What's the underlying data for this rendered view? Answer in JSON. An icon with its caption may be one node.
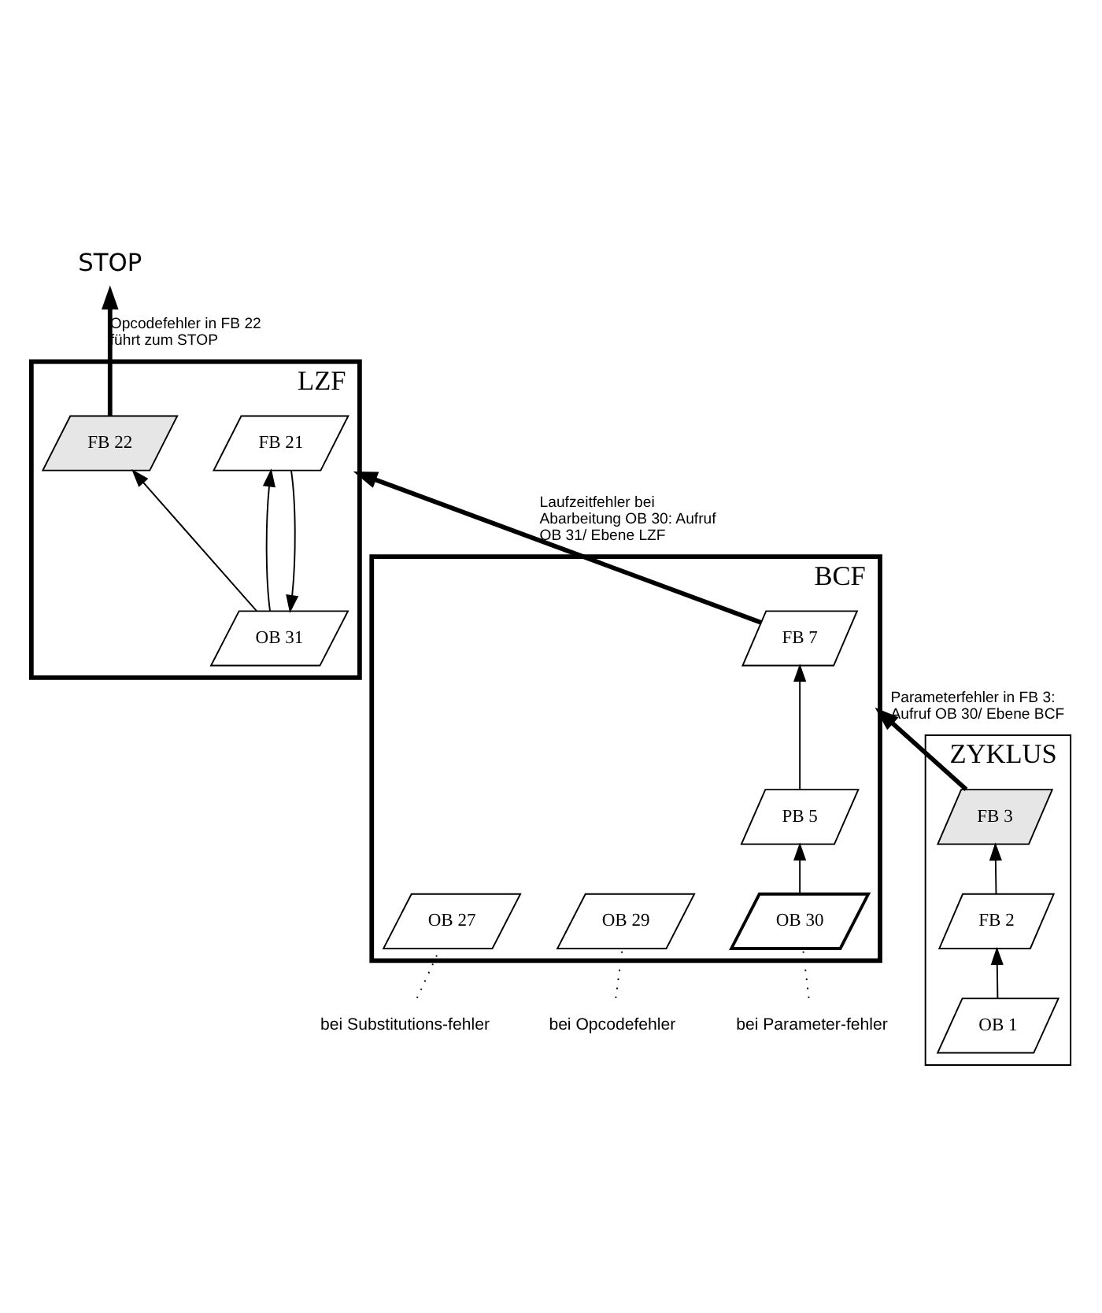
{
  "diagram": {
    "nodes": [
      {
        "text": [
          "STOP"
        ]
      },
      {
        "text": [
          "LZF"
        ]
      },
      {
        "text": [
          "OB 31"
        ],
        "in": 1
      },
      {
        "text": [
          "FB 22"
        ],
        "in": 1
      },
      {
        "text": [
          "FB 21"
        ],
        "in": 1
      },
      {
        "text": [
          "BCF"
        ]
      },
      {
        "text": [
          "OB 27"
        ],
        "in": 5
      },
      {
        "text": [
          "OB 29"
        ],
        "in": 5
      },
      {
        "text": [
          "OB 30"
        ],
        "in": 5
      },
      {
        "text": [
          "PB 5"
        ],
        "in": 5
      },
      {
        "text": [
          "FB 7"
        ],
        "in": 5
      },
      {
        "text": [
          "ZYKLUS"
        ]
      },
      {
        "text": [
          "OB 1"
        ],
        "in": 11
      },
      {
        "text": [
          "FB 2"
        ],
        "in": 11
      },
      {
        "text": [
          "FB 3"
        ],
        "in": 11
      },
      {
        "text": [
          "bei Substitutions-fehler"
        ]
      },
      {
        "text": [
          "bei Opcodefehler"
        ]
      },
      {
        "text": [
          "bei Parameter-fehler"
        ]
      }
    ],
    "edges": [
      {
        "from": 3,
        "to": 0,
        "arrow": "to",
        "style": "thick",
        "label": "Opcodefehler in FB 22 führt zum STOP"
      },
      {
        "from": 2,
        "to": 4,
        "arrow": "to"
      },
      {
        "from": 4,
        "to": 2,
        "arrow": "to"
      },
      {
        "from": 2,
        "to": 3,
        "arrow": "to"
      },
      {
        "from": 10,
        "to": 1,
        "arrow": "to",
        "style": "thick",
        "label": "Laufzeitfehler bei Abarbeitung OB 30: Aufruf OB 31/ Ebene LZF"
      },
      {
        "from": 8,
        "to": 9,
        "arrow": "to"
      },
      {
        "from": 9,
        "to": 10,
        "arrow": "to"
      },
      {
        "from": 15,
        "to": 6,
        "arrow": "none",
        "style": "dashed"
      },
      {
        "from": 16,
        "to": 7,
        "arrow": "none",
        "style": "dashed"
      },
      {
        "from": 17,
        "to": 8,
        "arrow": "none",
        "style": "dashed"
      },
      {
        "from": 14,
        "to": 5,
        "arrow": "to",
        "style": "thick",
        "label": "Parameterfehler in FB 3: Aufruf OB 30/ Ebene BCF"
      },
      {
        "from": 12,
        "to": 13,
        "arrow": "to"
      },
      {
        "from": 13,
        "to": 14,
        "arrow": "to"
      }
    ]
  }
}
